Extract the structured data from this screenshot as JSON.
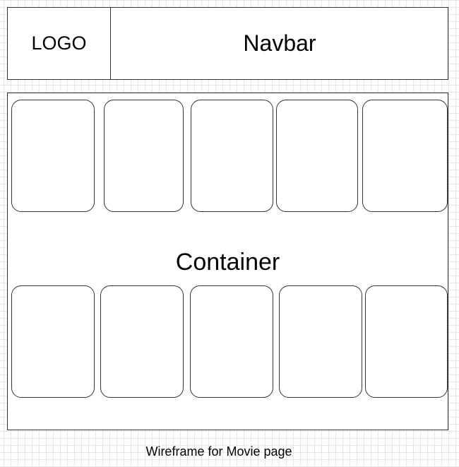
{
  "header": {
    "logo_label": "LOGO",
    "navbar_label": "Navbar"
  },
  "container": {
    "label": "Container",
    "row_1_card_count": 5,
    "row_2_card_count": 5
  },
  "caption": "Wireframe for Movie page",
  "colors": {
    "stroke": "#333333",
    "grid": "#e6e6e6",
    "background": "#ffffff"
  }
}
